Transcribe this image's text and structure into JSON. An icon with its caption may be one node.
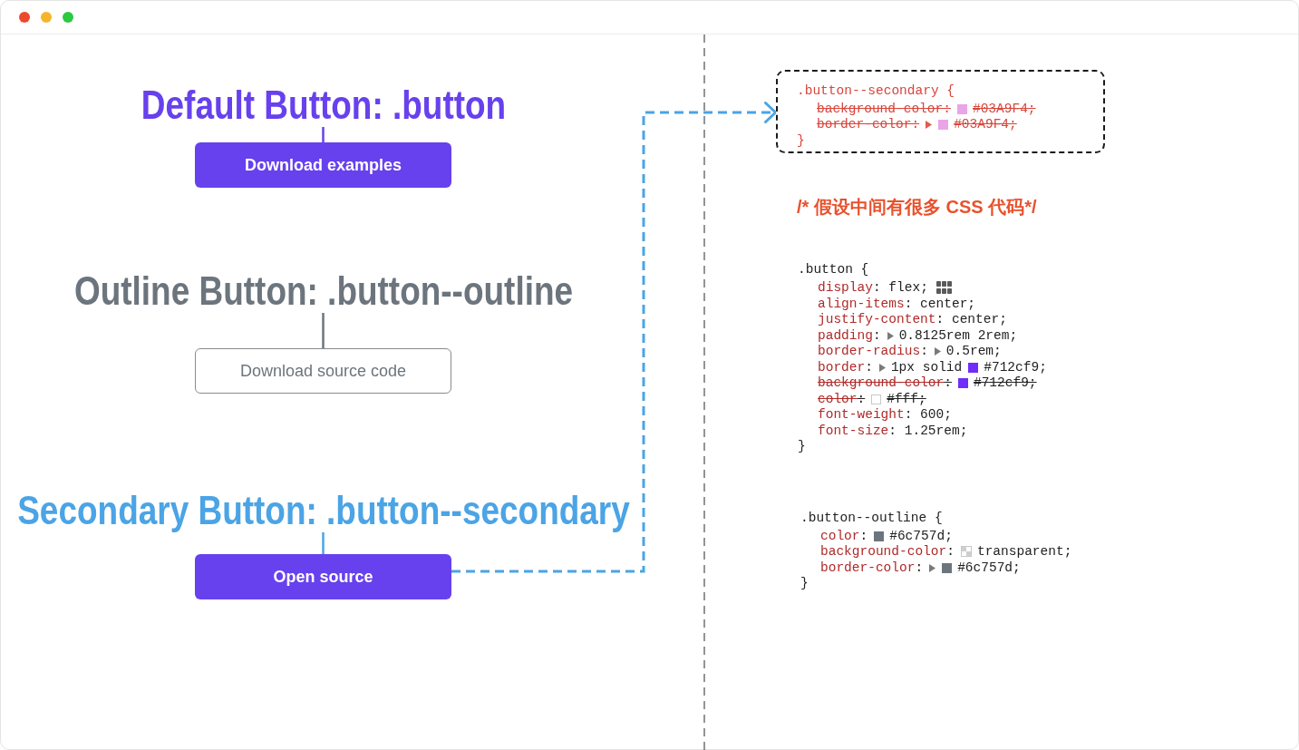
{
  "diagram": {
    "nodes": [
      {
        "text": [
          "Default Button: .button"
        ]
      },
      {
        "text": [
          "Download examples"
        ]
      },
      {
        "text": [
          "Outline Button: .button--outline"
        ]
      },
      {
        "text": [
          "Download source code"
        ]
      },
      {
        "text": [
          "Secondary Button: .button--secondary"
        ]
      },
      {
        "text": [
          "Open source"
        ]
      },
      {
        "text": [
          ".button--secondary {",
          "background-color:",
          "#03A9F4;",
          "border-color:",
          "#03A9F4;",
          "}"
        ]
      }
    ],
    "edges": [
      {
        "from": 0,
        "to": 1,
        "arrow": "none",
        "color": "#6741ed"
      },
      {
        "from": 2,
        "to": 3,
        "arrow": "none",
        "color": "#6c757d"
      },
      {
        "from": 4,
        "to": 5,
        "arrow": "none",
        "color": "#4ba4e5"
      },
      {
        "from": 5,
        "to": 6,
        "arrow": "to",
        "style": "dashed",
        "color": "#4ba4e5"
      }
    ],
    "labels": [
      "/* 假设中间有很多 CSS 代码*/",
      ".button {",
      "display: flex;",
      "align-items: center;",
      "justify-content: center;",
      "padding:",
      "0.8125rem 2rem;",
      "border-radius:",
      "0.5rem;",
      "border:",
      "1px solid",
      "#712cf9;",
      "background-color:",
      "#712cf9;",
      "color:",
      "#fff;",
      "font-weight: 600;",
      "font-size: 1.25rem;",
      "}",
      ".button--outline {",
      "color:",
      "#6c757d;",
      "background-color:",
      "transparent;",
      "border-color:",
      "#6c757d;",
      "}"
    ]
  }
}
